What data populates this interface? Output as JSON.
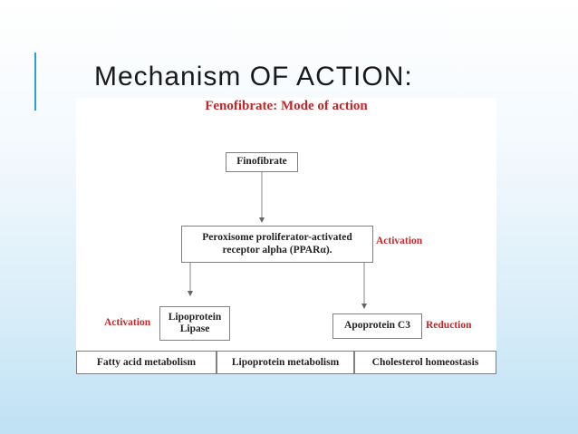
{
  "slide": {
    "title": "Mechanism OF ACTION:"
  },
  "figure": {
    "title": "Fenofibrate: Mode of action",
    "nodes": {
      "drug": "Finofibrate",
      "receptor_line1": "Peroxisome proliferator-activated",
      "receptor_line2": "receptor alpha (PPARα).",
      "lipase_line1": "Lipoprotein",
      "lipase_line2": "Lipase",
      "apoprotein": "Apoprotein C3"
    },
    "labels": {
      "receptor_effect": "Activation",
      "lipase_effect": "Activation",
      "apoprotein_effect": "Reduction"
    },
    "outcomes": [
      "Fatty acid metabolism",
      "Lipoprotein metabolism",
      "Cholesterol homeostasis"
    ]
  },
  "colors": {
    "accent": "#2e9fd6",
    "label_red": "#c0282a"
  }
}
